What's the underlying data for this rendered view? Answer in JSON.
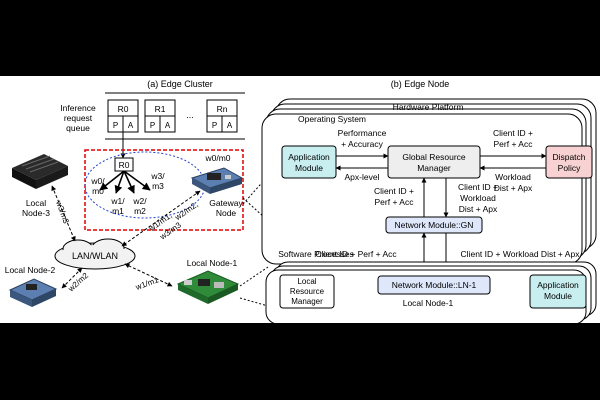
{
  "left": {
    "title": "(a)  Edge Cluster",
    "queue_label": [
      "Inference",
      "request",
      "queue"
    ],
    "queue_slots": [
      {
        "name": "R0",
        "p": "P",
        "a": "A"
      },
      {
        "name": "R1",
        "p": "P",
        "a": "A"
      },
      {
        "name": "Rn",
        "p": "P",
        "a": "A"
      }
    ],
    "queue_ellipsis": "...",
    "root_request": "R0",
    "branches": [
      {
        "line1": "w0/",
        "line2": "m0"
      },
      {
        "line1": "w1/",
        "line2": "m1"
      },
      {
        "line1": "w2/",
        "line2": "m2"
      },
      {
        "line1": "w3/",
        "line2": "m3"
      }
    ],
    "gateway_weight": "w0/m0",
    "gateway_label": [
      "Gateway",
      "Node"
    ],
    "network_label": "LAN/WLAN",
    "nodes": {
      "node3": [
        "Local",
        "Node-3"
      ],
      "node2": "Local Node-2",
      "node1": "Local Node-1"
    },
    "links": {
      "node3": "w3/m3",
      "node2": "w2/m2",
      "node1": "w1/m1",
      "gw_w1": "w1/m1,",
      "gw_w2": "w2/m2,",
      "gw_w3": "w3/m3"
    }
  },
  "right": {
    "title": "(b)  Edge Node",
    "layers": {
      "hardware": "Hardware Platform",
      "os": "Operating System",
      "software": "Software Processes"
    },
    "application_module": [
      "Application",
      "Module"
    ],
    "global_manager": [
      "Global Resource",
      "Manager"
    ],
    "dispatch_policy": [
      "Dispatch",
      "Policy"
    ],
    "network_gn": "Network Module::GN",
    "labels": {
      "perf_acc": [
        "Performance",
        "+ Accuracy"
      ],
      "apx_level": "Apx-level",
      "client_perf_acc_top": [
        "Client ID +",
        "Perf + Acc"
      ],
      "workload_top": [
        "Workload",
        "Dist + Apx"
      ],
      "client_perf_acc_left": [
        "Client ID +",
        "Perf + Acc"
      ],
      "client_workload_mid": [
        "Client ID +",
        "Workload",
        "Dist + Apx"
      ],
      "bottom_left": "Client ID + Perf + Acc",
      "bottom_right": "Client ID + Workload Dist + Apx"
    },
    "local": {
      "resource_manager": [
        "Local",
        "Resource",
        "Manager"
      ],
      "network_ln": "Network Module::LN-1",
      "application_module": [
        "Application",
        "Module"
      ],
      "title": "Local Node-1"
    }
  },
  "colors": {
    "app_module": "#c9eef0",
    "dispatch": "#f8d2d2",
    "global_mgr": "#eeeeee",
    "network_mod": "#dfe8fb",
    "gateway_box": "#e00000",
    "ellipse": "#2244cc"
  }
}
